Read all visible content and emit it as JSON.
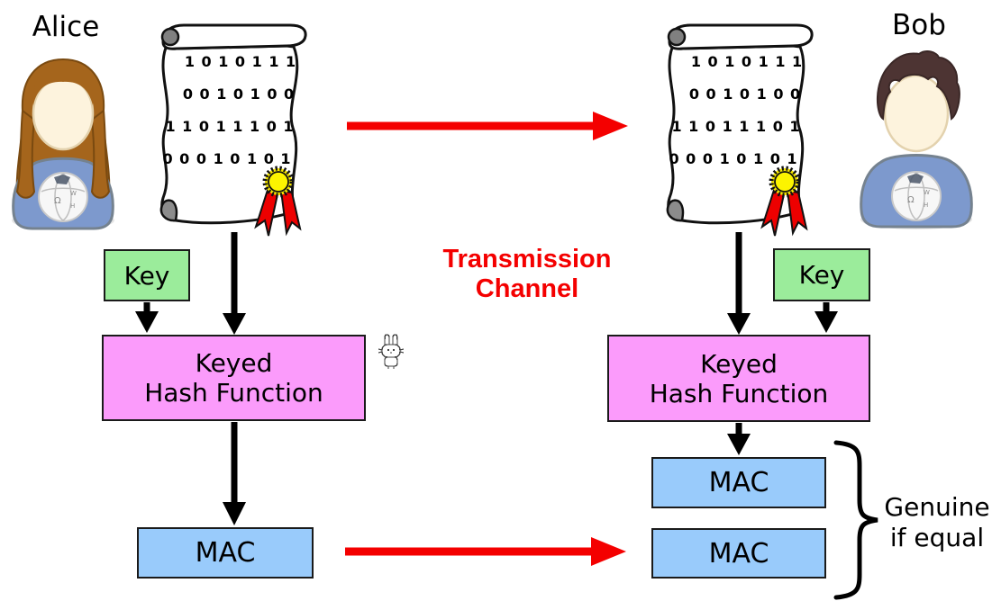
{
  "diagram": {
    "sender": {
      "name": "Alice",
      "document": {
        "lines": [
          "1 0 1 0 1 1 1",
          "0 0 1 0 1 0 0",
          "1 1 0 1 1 1 0 1",
          "0 0 0 1 0 1 0 1"
        ]
      },
      "key_label": "Key",
      "hash_label": "Keyed\nHash Function",
      "mac_label": "MAC"
    },
    "receiver": {
      "name": "Bob",
      "document": {
        "lines": [
          "1 0 1 0 1 1 1",
          "0 0 1 0 1 0 0",
          "1 1 0 1 1 1 0 1",
          "0 0 0 1 0 1 0 1"
        ]
      },
      "key_label": "Key",
      "hash_label": "Keyed\nHash Function",
      "mac_computed_label": "MAC",
      "mac_received_label": "MAC",
      "verdict_label": "Genuine\nif equal"
    },
    "channel": {
      "label": "Transmission\nChannel"
    },
    "icons": {
      "sender_avatar": "woman-user-avatar",
      "receiver_avatar": "man-user-avatar",
      "sender_document": "scroll-with-seal",
      "receiver_document": "scroll-with-seal",
      "sprite": "pixel-cat-sprite"
    },
    "colors": {
      "key_fill": "#9BEC9B",
      "hash_fill": "#FB9BFB",
      "mac_fill": "#99CBFB",
      "arrow_red": "#F40000",
      "arrow_black": "#000000",
      "seal_yellow": "#F6E800",
      "ribbon_red": "#ED0000",
      "shirt_blue": "#7D99CD",
      "alice_hair": "#A5651C",
      "bob_hair": "#4D3433"
    }
  }
}
